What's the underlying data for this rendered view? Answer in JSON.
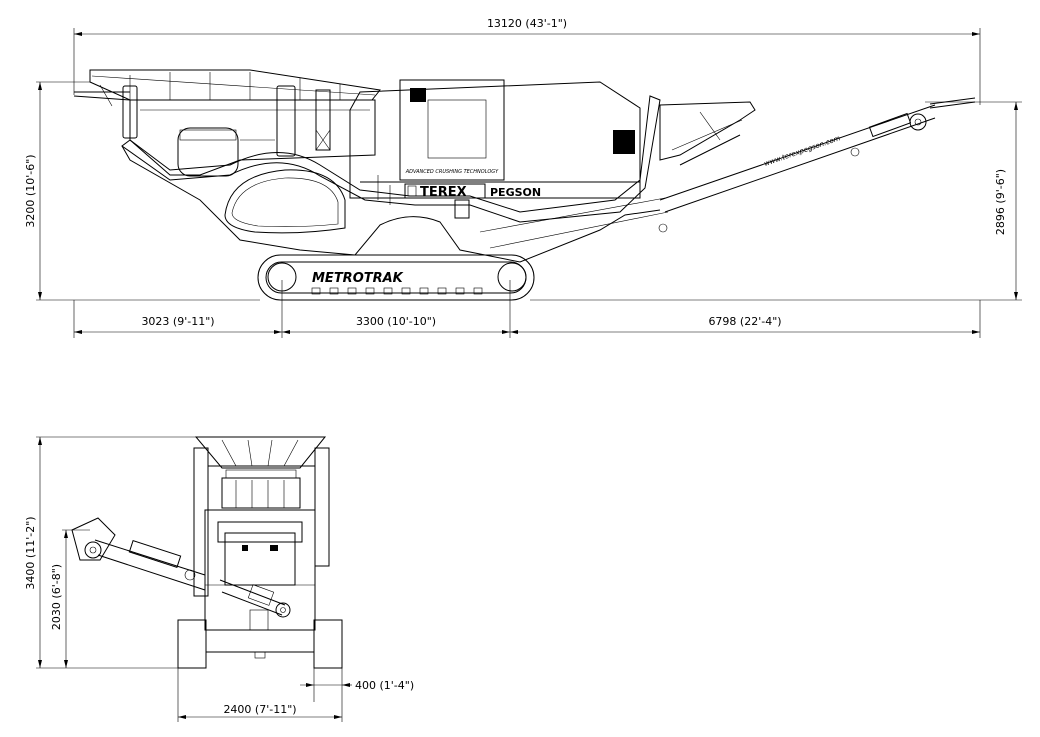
{
  "side_view": {
    "overall_length": "13120 (43'-1\")",
    "height": "3200 (10'-6\")",
    "conveyor_height": "2896 (9'-6\")",
    "rear_section": "3023 (9'-11\")",
    "track_length": "3300 (10'-10\")",
    "conveyor_section": "6798 (22'-4\")",
    "branding": {
      "maker": "TEREX",
      "model": "PEGSON",
      "tagline": "ADVANCED CRUSHING TECHNOLOGY",
      "track_name": "METROTRAK",
      "website": "www.terexpegson.com"
    }
  },
  "end_view": {
    "overall_height": "3400 (11'-2\")",
    "conveyor_height": "2030 (6'-8\")",
    "track_width": "400 (1'-4\")",
    "overall_width": "2400 (7'-11\")"
  }
}
